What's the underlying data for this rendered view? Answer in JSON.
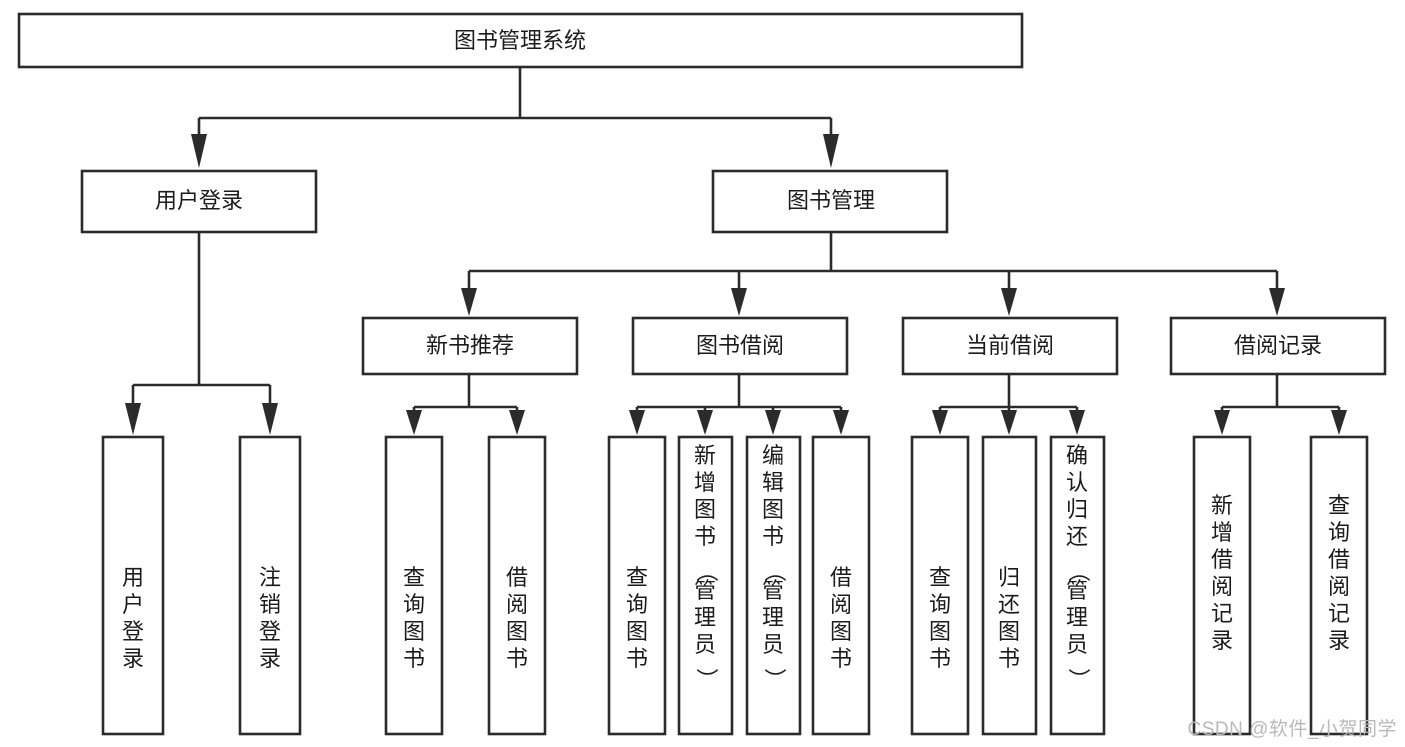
{
  "diagram": {
    "title": "图书管理系统",
    "type": "tree",
    "orientation": "top-down",
    "colors": {
      "box_fill": "#ffffff",
      "box_stroke": "#2b2b2b",
      "text": "#1b1b1b",
      "background": "#ffffff",
      "watermark": "#b9b9b9"
    },
    "root": {
      "id": "root",
      "label": "图书管理系统",
      "text_orientation": "horizontal"
    },
    "level2": [
      {
        "id": "user-login",
        "label": "用户登录",
        "text_orientation": "horizontal"
      },
      {
        "id": "book-manage",
        "label": "图书管理",
        "text_orientation": "horizontal"
      }
    ],
    "level3": [
      {
        "id": "new-book-recommend",
        "label": "新书推荐",
        "parent": "book-manage",
        "text_orientation": "horizontal"
      },
      {
        "id": "book-borrow",
        "label": "图书借阅",
        "parent": "book-manage",
        "text_orientation": "horizontal"
      },
      {
        "id": "current-borrow",
        "label": "当前借阅",
        "parent": "book-manage",
        "text_orientation": "horizontal"
      },
      {
        "id": "borrow-record",
        "label": "借阅记录",
        "parent": "book-manage",
        "text_orientation": "horizontal"
      }
    ],
    "leaves": [
      {
        "id": "leaf-user-login",
        "label": "用户登录",
        "parent": "user-login",
        "text_orientation": "vertical"
      },
      {
        "id": "leaf-logout-login",
        "label": "注销登录",
        "parent": "user-login",
        "text_orientation": "vertical"
      },
      {
        "id": "leaf-query-book-1",
        "label": "查询图书",
        "parent": "new-book-recommend",
        "text_orientation": "vertical"
      },
      {
        "id": "leaf-borrow-book-1",
        "label": "借阅图书",
        "parent": "new-book-recommend",
        "text_orientation": "vertical"
      },
      {
        "id": "leaf-query-book-2",
        "label": "查询图书",
        "parent": "book-borrow",
        "text_orientation": "vertical"
      },
      {
        "id": "leaf-add-book",
        "label": "新增图书（管理员）",
        "parent": "book-borrow",
        "text_orientation": "vertical"
      },
      {
        "id": "leaf-edit-book",
        "label": "编辑图书（管理员）",
        "parent": "book-borrow",
        "text_orientation": "vertical"
      },
      {
        "id": "leaf-borrow-book-2",
        "label": "借阅图书",
        "parent": "book-borrow",
        "text_orientation": "vertical"
      },
      {
        "id": "leaf-query-book-3",
        "label": "查询图书",
        "parent": "current-borrow",
        "text_orientation": "vertical"
      },
      {
        "id": "leaf-return-book",
        "label": "归还图书",
        "parent": "current-borrow",
        "text_orientation": "vertical"
      },
      {
        "id": "leaf-confirm-return",
        "label": "确认归还（管理员）",
        "parent": "current-borrow",
        "text_orientation": "vertical"
      },
      {
        "id": "leaf-add-record",
        "label": "新增借阅记录",
        "parent": "borrow-record",
        "text_orientation": "vertical"
      },
      {
        "id": "leaf-query-record",
        "label": "查询借阅记录",
        "parent": "borrow-record",
        "text_orientation": "vertical"
      }
    ]
  },
  "watermark": {
    "text": "CSDN @软件_小贺同学"
  }
}
